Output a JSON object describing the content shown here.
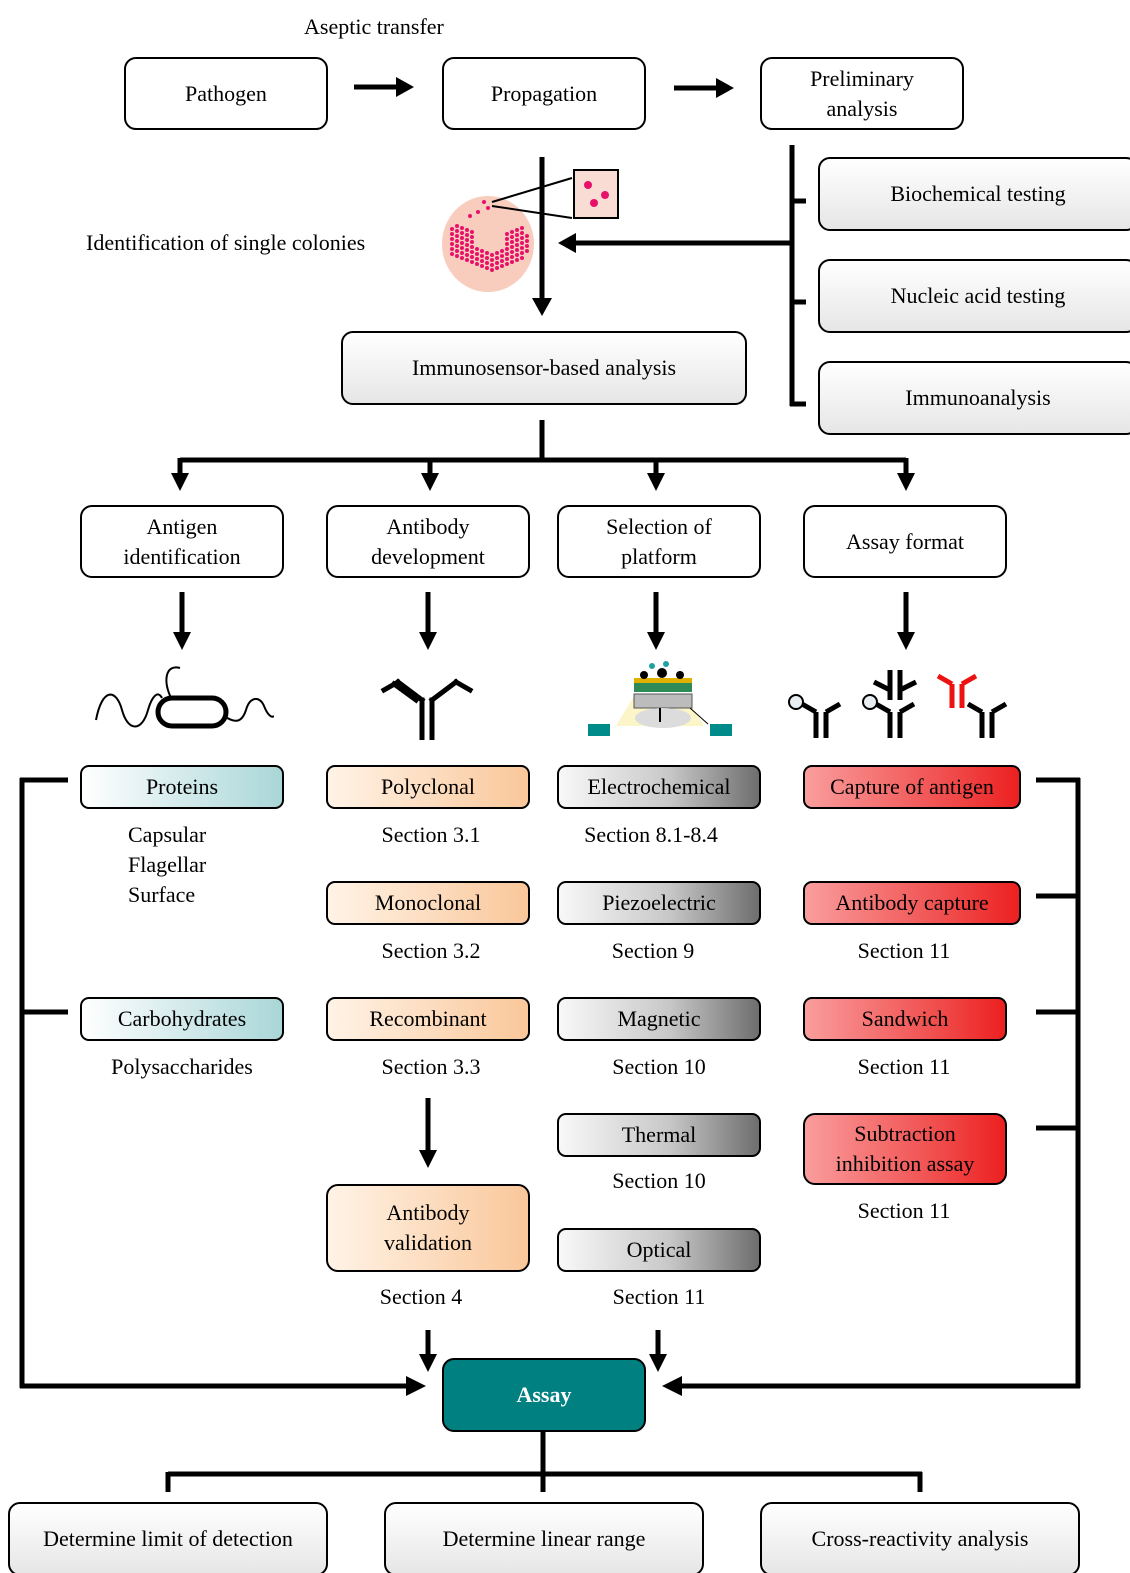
{
  "top": {
    "aseptic_label": "Aseptic transfer",
    "pathogen": "Pathogen",
    "propagation": "Propagation",
    "preliminary": "Preliminary\nanalysis",
    "single_colonies": "Identification of single colonies",
    "tests": [
      "Biochemical testing",
      "Nucleic acid testing",
      "Immunoanalysis"
    ],
    "immunosensor": "Immunosensor-based analysis"
  },
  "categories": [
    {
      "label": "Antigen\nidentification",
      "icon": "bacterium-icon"
    },
    {
      "label": "Antibody\ndevelopment",
      "icon": "antibody-icon"
    },
    {
      "label": "Selection of\nplatform",
      "icon": "sensor-platform-icon"
    },
    {
      "label": "Assay format",
      "icon": "assay-format-icon"
    }
  ],
  "antigen": {
    "proteins": "Proteins",
    "protein_types": [
      "Capsular",
      "Flagellar",
      "Surface"
    ],
    "carbohydrates": "Carbohydrates",
    "carb_types": "Polysaccharides"
  },
  "antibody": [
    {
      "label": "Polyclonal",
      "section": "Section 3.1"
    },
    {
      "label": "Monoclonal",
      "section": "Section 3.2"
    },
    {
      "label": "Recombinant",
      "section": "Section 3.3"
    }
  ],
  "antibody_validation": {
    "label": "Antibody\nvalidation",
    "section": "Section 4"
  },
  "platform": [
    {
      "label": "Electrochemical",
      "section": "Section 8.1-8.4"
    },
    {
      "label": "Piezoelectric",
      "section": "Section 9"
    },
    {
      "label": "Magnetic",
      "section": "Section 10"
    },
    {
      "label": "Thermal",
      "section": "Section 10"
    },
    {
      "label": "Optical",
      "section": "Section 11"
    }
  ],
  "format": [
    {
      "label": "Capture of antigen",
      "section": ""
    },
    {
      "label": "Antibody capture",
      "section": "Section 11"
    },
    {
      "label": "Sandwich",
      "section": "Section 11"
    },
    {
      "label": "Subtraction\ninhibition assay",
      "section": "Section 11"
    }
  ],
  "assay": "Assay",
  "outputs": [
    "Determine limit of detection",
    "Determine linear range",
    "Cross-reactivity analysis"
  ],
  "colors": {
    "assay": "#008080",
    "proteins": "#a9d6d8",
    "antibody": "#fac79a",
    "format": "#ec2020",
    "colony": "#e8116a"
  }
}
